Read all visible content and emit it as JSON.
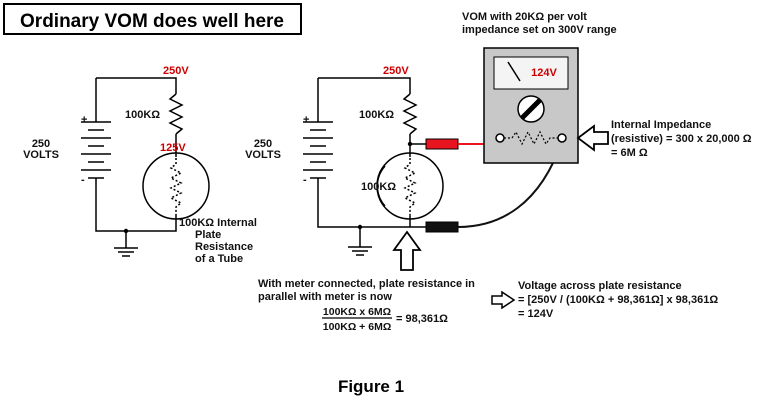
{
  "title": "Ordinary VOM does well here",
  "figure_caption": "Figure 1",
  "left_circuit": {
    "battery_label_1": "250",
    "battery_label_2": "VOLTS",
    "plus": "+",
    "minus": "-",
    "top_voltage": "250V",
    "resistor_label": "100KΩ",
    "mid_voltage": "125V",
    "internal_line1": "100KΩ Internal",
    "internal_line2": "Plate",
    "internal_line3": "Resistance",
    "internal_line4": "of a Tube"
  },
  "right_circuit": {
    "battery_label_1": "250",
    "battery_label_2": "VOLTS",
    "plus": "+",
    "minus": "-",
    "top_voltage": "250V",
    "resistor_label": "100KΩ",
    "tube_resistor_label": "100KΩ"
  },
  "meter": {
    "caption_line1": "VOM with 20KΩ per volt",
    "caption_line2": "impedance set on 300V range",
    "display": "124V"
  },
  "internal_impedance": {
    "line1": "Internal Impedance",
    "line2": "(resistive) = 300 x 20,000 Ω",
    "line3": "= 6M Ω"
  },
  "parallel_note": {
    "line1": "With meter connected, plate resistance in",
    "line2": "parallel with meter is now",
    "numerator": "100KΩ x 6MΩ",
    "denominator": "100KΩ + 6MΩ",
    "result": "= 98,361Ω"
  },
  "voltage_note": {
    "line1": "Voltage across plate resistance",
    "line2": "= [250V / (100KΩ + 98,361Ω] x 98,361Ω",
    "line3": "= 124V"
  },
  "colors": {
    "red_label": "#cc0000",
    "meter_body": "#c8c8c8",
    "meter_screen": "#f4f4f4",
    "probe_red": "#e8141e",
    "probe_black": "#111111"
  }
}
